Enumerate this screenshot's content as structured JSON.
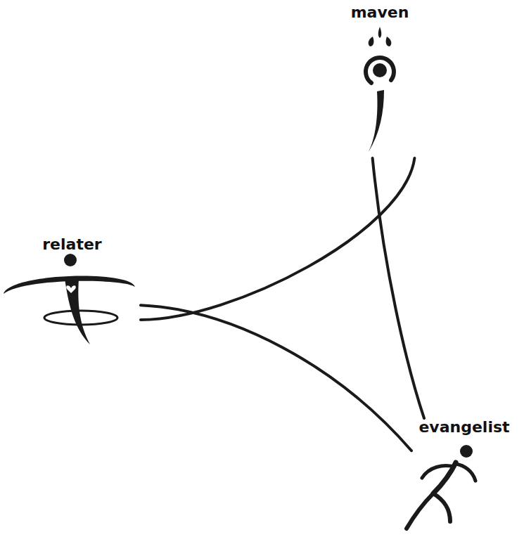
{
  "diagram": {
    "nodes": [
      {
        "text": [
          "maven"
        ]
      },
      {
        "text": [
          "relater"
        ]
      },
      {
        "text": [
          "evangelist"
        ]
      }
    ],
    "edges": [
      {
        "from": 0,
        "to": 1,
        "arrow": "none"
      },
      {
        "from": 0,
        "to": 2,
        "arrow": "none"
      },
      {
        "from": 1,
        "to": 2,
        "arrow": "none"
      }
    ]
  }
}
